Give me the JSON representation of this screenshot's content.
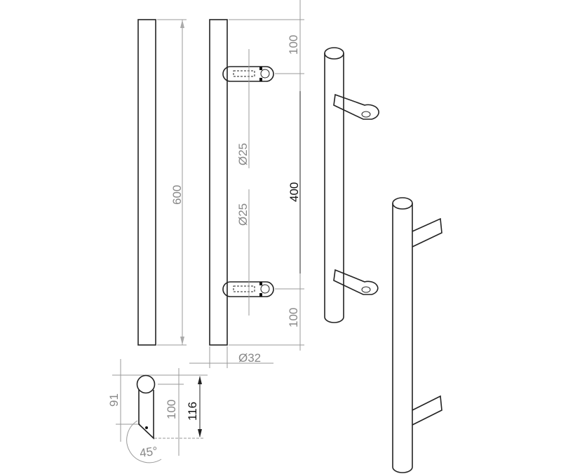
{
  "dimensions": {
    "overall_length": "600",
    "top_offset": "100",
    "center_distance": "400",
    "bottom_offset": "100",
    "standoff_diameter_top": "Ø25",
    "standoff_diameter_bottom": "Ø25",
    "bar_diameter": "Ø32",
    "side_91": "91",
    "side_100": "100",
    "side_116": "116",
    "angle": "45°"
  }
}
